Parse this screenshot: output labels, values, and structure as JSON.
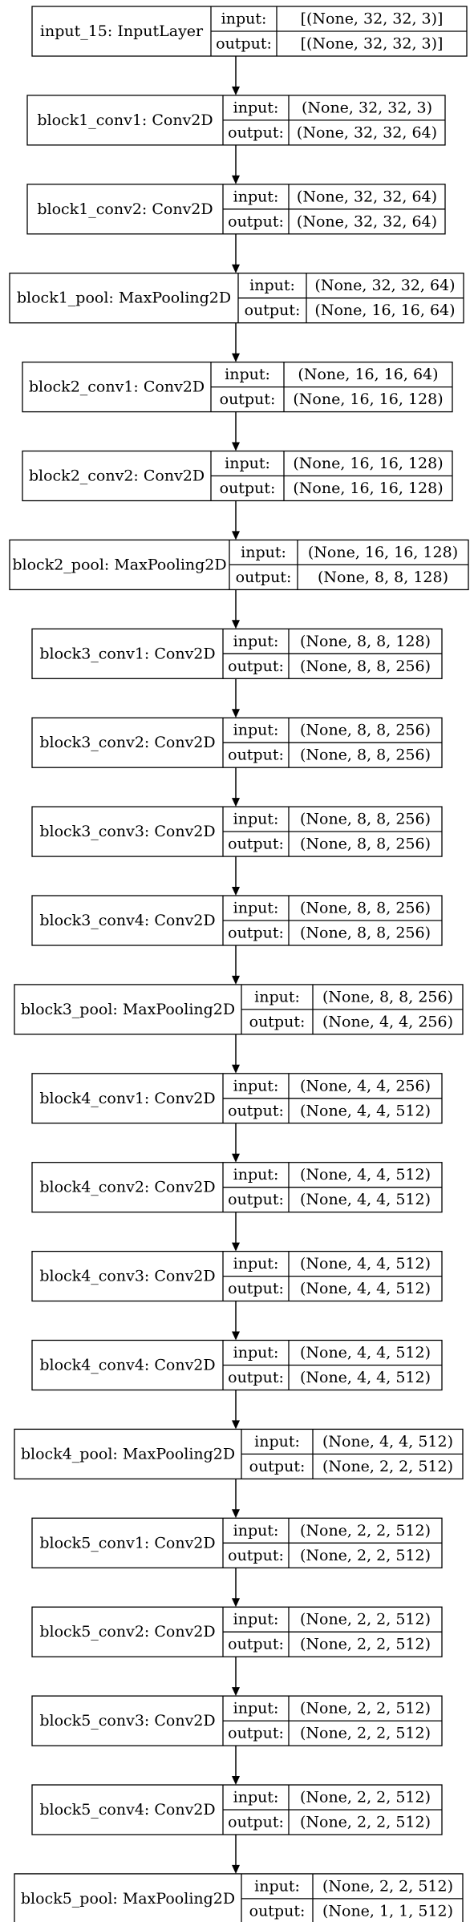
{
  "diagram": {
    "input_label": "input:",
    "output_label": "output:",
    "layers": [
      {
        "name": "input_15: InputLayer",
        "input": "[(None, 32, 32, 3)]",
        "output": "[(None, 32, 32, 3)]"
      },
      {
        "name": "block1_conv1: Conv2D",
        "input": "(None, 32, 32, 3)",
        "output": "(None, 32, 32, 64)"
      },
      {
        "name": "block1_conv2: Conv2D",
        "input": "(None, 32, 32, 64)",
        "output": "(None, 32, 32, 64)"
      },
      {
        "name": "block1_pool: MaxPooling2D",
        "input": "(None, 32, 32, 64)",
        "output": "(None, 16, 16, 64)"
      },
      {
        "name": "block2_conv1: Conv2D",
        "input": "(None, 16, 16, 64)",
        "output": "(None, 16, 16, 128)"
      },
      {
        "name": "block2_conv2: Conv2D",
        "input": "(None, 16, 16, 128)",
        "output": "(None, 16, 16, 128)"
      },
      {
        "name": "block2_pool: MaxPooling2D",
        "input": "(None, 16, 16, 128)",
        "output": "(None, 8, 8, 128)"
      },
      {
        "name": "block3_conv1: Conv2D",
        "input": "(None, 8, 8, 128)",
        "output": "(None, 8, 8, 256)"
      },
      {
        "name": "block3_conv2: Conv2D",
        "input": "(None, 8, 8, 256)",
        "output": "(None, 8, 8, 256)"
      },
      {
        "name": "block3_conv3: Conv2D",
        "input": "(None, 8, 8, 256)",
        "output": "(None, 8, 8, 256)"
      },
      {
        "name": "block3_conv4: Conv2D",
        "input": "(None, 8, 8, 256)",
        "output": "(None, 8, 8, 256)"
      },
      {
        "name": "block3_pool: MaxPooling2D",
        "input": "(None, 8, 8, 256)",
        "output": "(None, 4, 4, 256)"
      },
      {
        "name": "block4_conv1: Conv2D",
        "input": "(None, 4, 4, 256)",
        "output": "(None, 4, 4, 512)"
      },
      {
        "name": "block4_conv2: Conv2D",
        "input": "(None, 4, 4, 512)",
        "output": "(None, 4, 4, 512)"
      },
      {
        "name": "block4_conv3: Conv2D",
        "input": "(None, 4, 4, 512)",
        "output": "(None, 4, 4, 512)"
      },
      {
        "name": "block4_conv4: Conv2D",
        "input": "(None, 4, 4, 512)",
        "output": "(None, 4, 4, 512)"
      },
      {
        "name": "block4_pool: MaxPooling2D",
        "input": "(None, 4, 4, 512)",
        "output": "(None, 2, 2, 512)"
      },
      {
        "name": "block5_conv1: Conv2D",
        "input": "(None, 2, 2, 512)",
        "output": "(None, 2, 2, 512)"
      },
      {
        "name": "block5_conv2: Conv2D",
        "input": "(None, 2, 2, 512)",
        "output": "(None, 2, 2, 512)"
      },
      {
        "name": "block5_conv3: Conv2D",
        "input": "(None, 2, 2, 512)",
        "output": "(None, 2, 2, 512)"
      },
      {
        "name": "block5_conv4: Conv2D",
        "input": "(None, 2, 2, 512)",
        "output": "(None, 2, 2, 512)"
      },
      {
        "name": "block5_pool: MaxPooling2D",
        "input": "(None, 2, 2, 512)",
        "output": "(None, 1, 1, 512)"
      }
    ]
  }
}
